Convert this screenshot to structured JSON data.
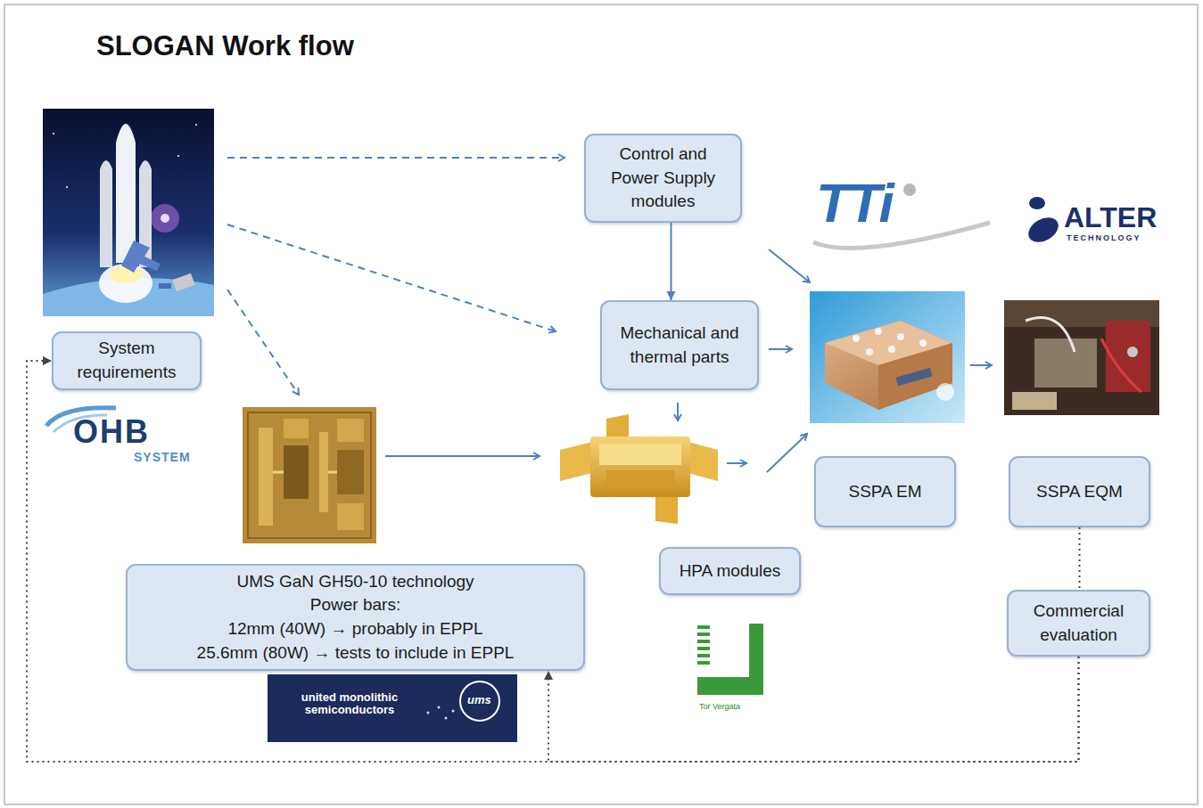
{
  "diagram": {
    "title": "SLOGAN Work flow",
    "nodes": [
      {
        "text": [
          "Control and Power Supply modules"
        ]
      },
      {
        "text": [
          "Mechanical and thermal parts"
        ]
      },
      {
        "text": [
          "System requirements"
        ]
      },
      {
        "text": [
          "UMS GaN GH50-10 technology",
          "Power bars:",
          "12mm (40W) → probably in EPPL",
          "25.6mm (80W) → tests to include in EPPL"
        ]
      },
      {
        "text": [
          "SSPA EM"
        ]
      },
      {
        "text": [
          "SSPA EQM"
        ]
      },
      {
        "text": [
          "HPA modules"
        ]
      },
      {
        "text": [
          "Commercial evaluation"
        ]
      }
    ],
    "edges": [
      {
        "from": 0,
        "to": 1,
        "arrow": "to"
      },
      {
        "from": 5,
        "to": 7,
        "arrow": "none"
      },
      {
        "from": 7,
        "to": 2,
        "arrow": "to"
      },
      {
        "from": 7,
        "to": 3,
        "arrow": "to"
      }
    ],
    "labels": [
      "TTi",
      "ALTER",
      "TECHNOLOGY",
      "OHB",
      "SYSTEM",
      "united monolithic semiconductors",
      "ums",
      "Tor Vergata"
    ]
  }
}
